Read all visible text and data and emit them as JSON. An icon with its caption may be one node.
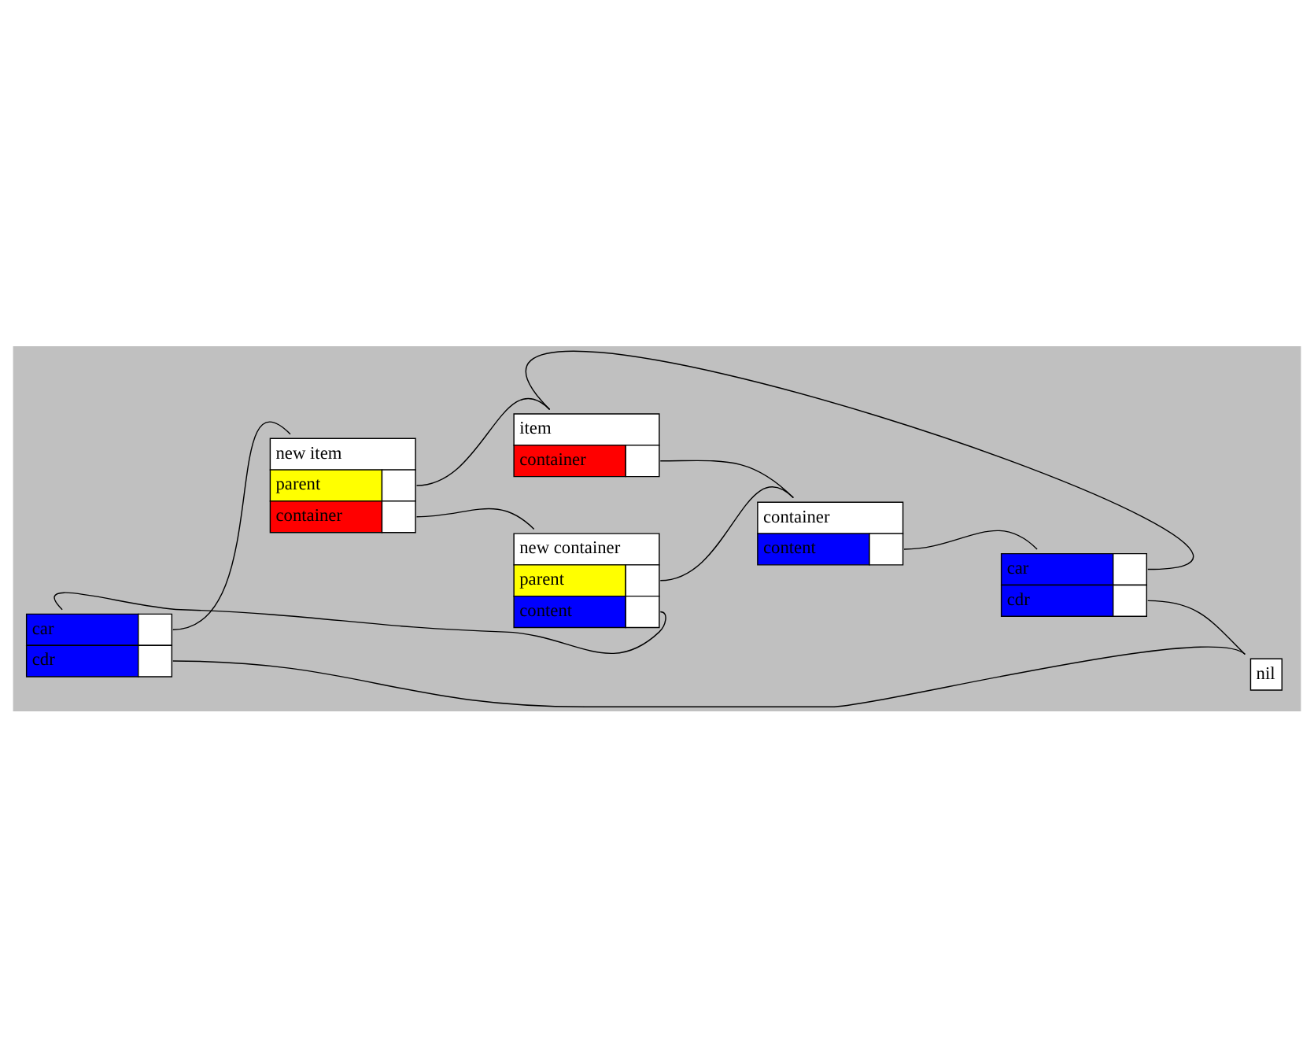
{
  "diagram": {
    "nodes": [
      {
        "text": [
          "item",
          "container"
        ]
      },
      {
        "text": [
          "container",
          "content"
        ]
      },
      {
        "text": [
          "new container",
          "parent",
          "content"
        ]
      },
      {
        "text": [
          "new item",
          "parent",
          "container"
        ]
      },
      {
        "text": [
          "car",
          "cdr"
        ]
      },
      {
        "text": [
          "car",
          "cdr"
        ]
      },
      {
        "text": [
          "nil"
        ]
      }
    ],
    "edges": [
      {
        "from": 0,
        "to": 1,
        "arrow": "none"
      },
      {
        "from": 1,
        "to": 4,
        "arrow": "none"
      },
      {
        "from": 4,
        "to": 0,
        "arrow": "none"
      },
      {
        "from": 4,
        "to": 6,
        "arrow": "none"
      },
      {
        "from": 3,
        "to": 0,
        "arrow": "none"
      },
      {
        "from": 3,
        "to": 2,
        "arrow": "none"
      },
      {
        "from": 2,
        "to": 1,
        "arrow": "none"
      },
      {
        "from": 2,
        "to": 5,
        "arrow": "none"
      },
      {
        "from": 5,
        "to": 3,
        "arrow": "none"
      },
      {
        "from": 5,
        "to": 6,
        "arrow": "none"
      }
    ]
  }
}
